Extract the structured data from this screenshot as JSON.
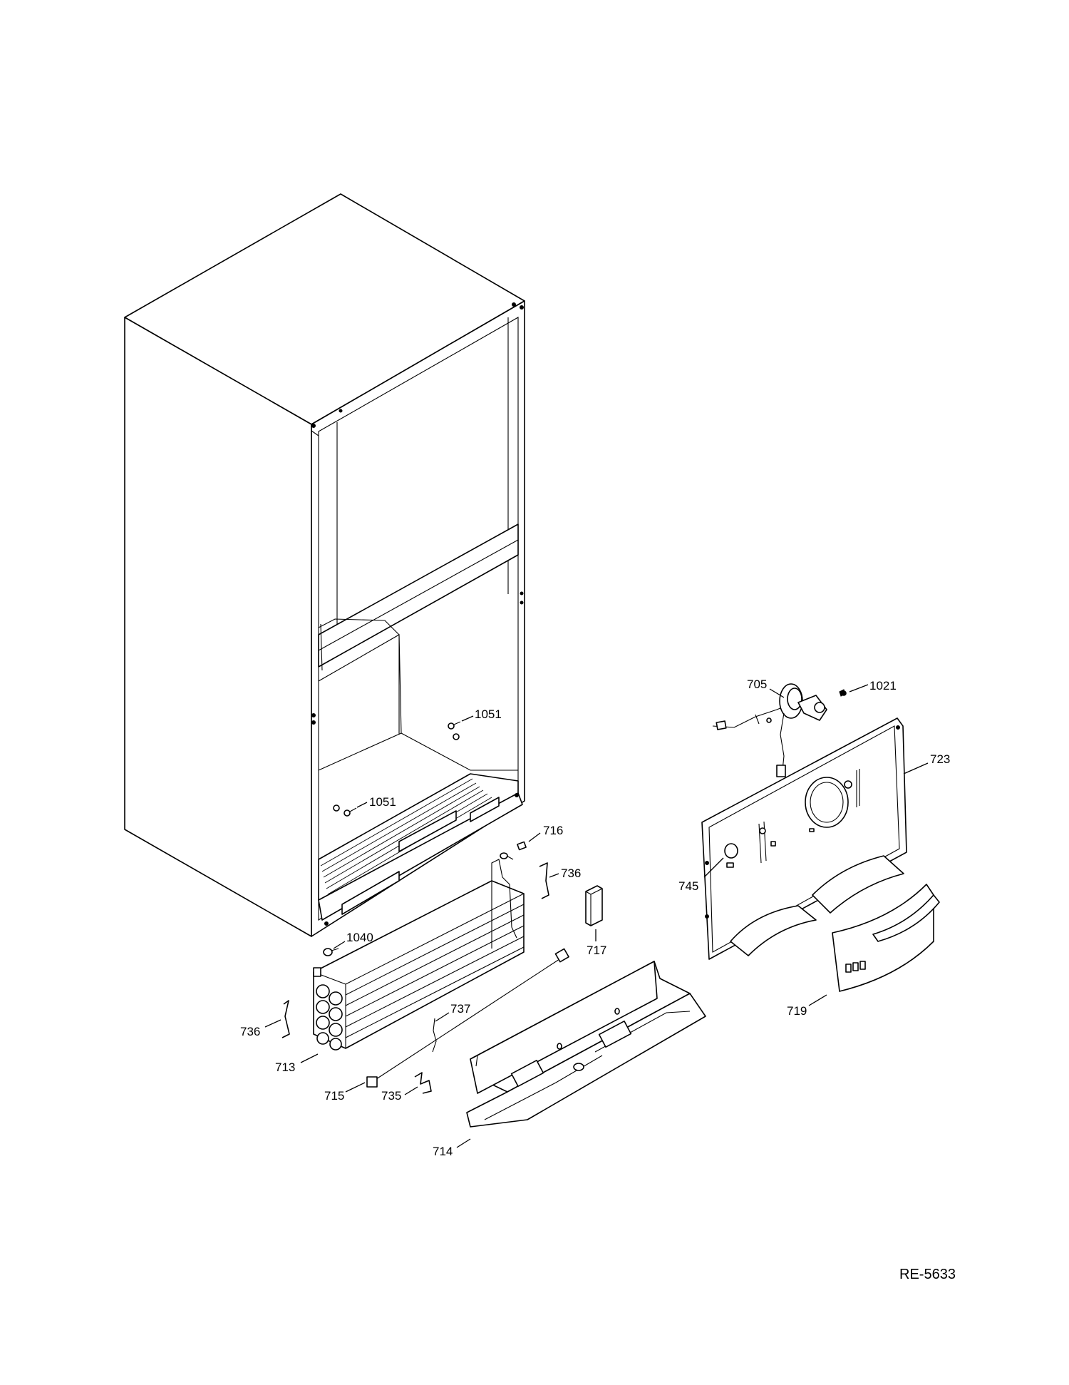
{
  "diagram": {
    "callouts": [
      {
        "id": "705",
        "label": "705"
      },
      {
        "id": "1021",
        "label": "1021"
      },
      {
        "id": "1051a",
        "label": "1051"
      },
      {
        "id": "1051b",
        "label": "1051"
      },
      {
        "id": "723",
        "label": "723"
      },
      {
        "id": "716",
        "label": "716"
      },
      {
        "id": "736a",
        "label": "736"
      },
      {
        "id": "745",
        "label": "745"
      },
      {
        "id": "717",
        "label": "717"
      },
      {
        "id": "1040",
        "label": "1040"
      },
      {
        "id": "737",
        "label": "737"
      },
      {
        "id": "719",
        "label": "719"
      },
      {
        "id": "736b",
        "label": "736"
      },
      {
        "id": "713",
        "label": "713"
      },
      {
        "id": "715",
        "label": "715"
      },
      {
        "id": "735",
        "label": "735"
      },
      {
        "id": "714",
        "label": "714"
      }
    ],
    "reference_code": "RE-5633"
  }
}
